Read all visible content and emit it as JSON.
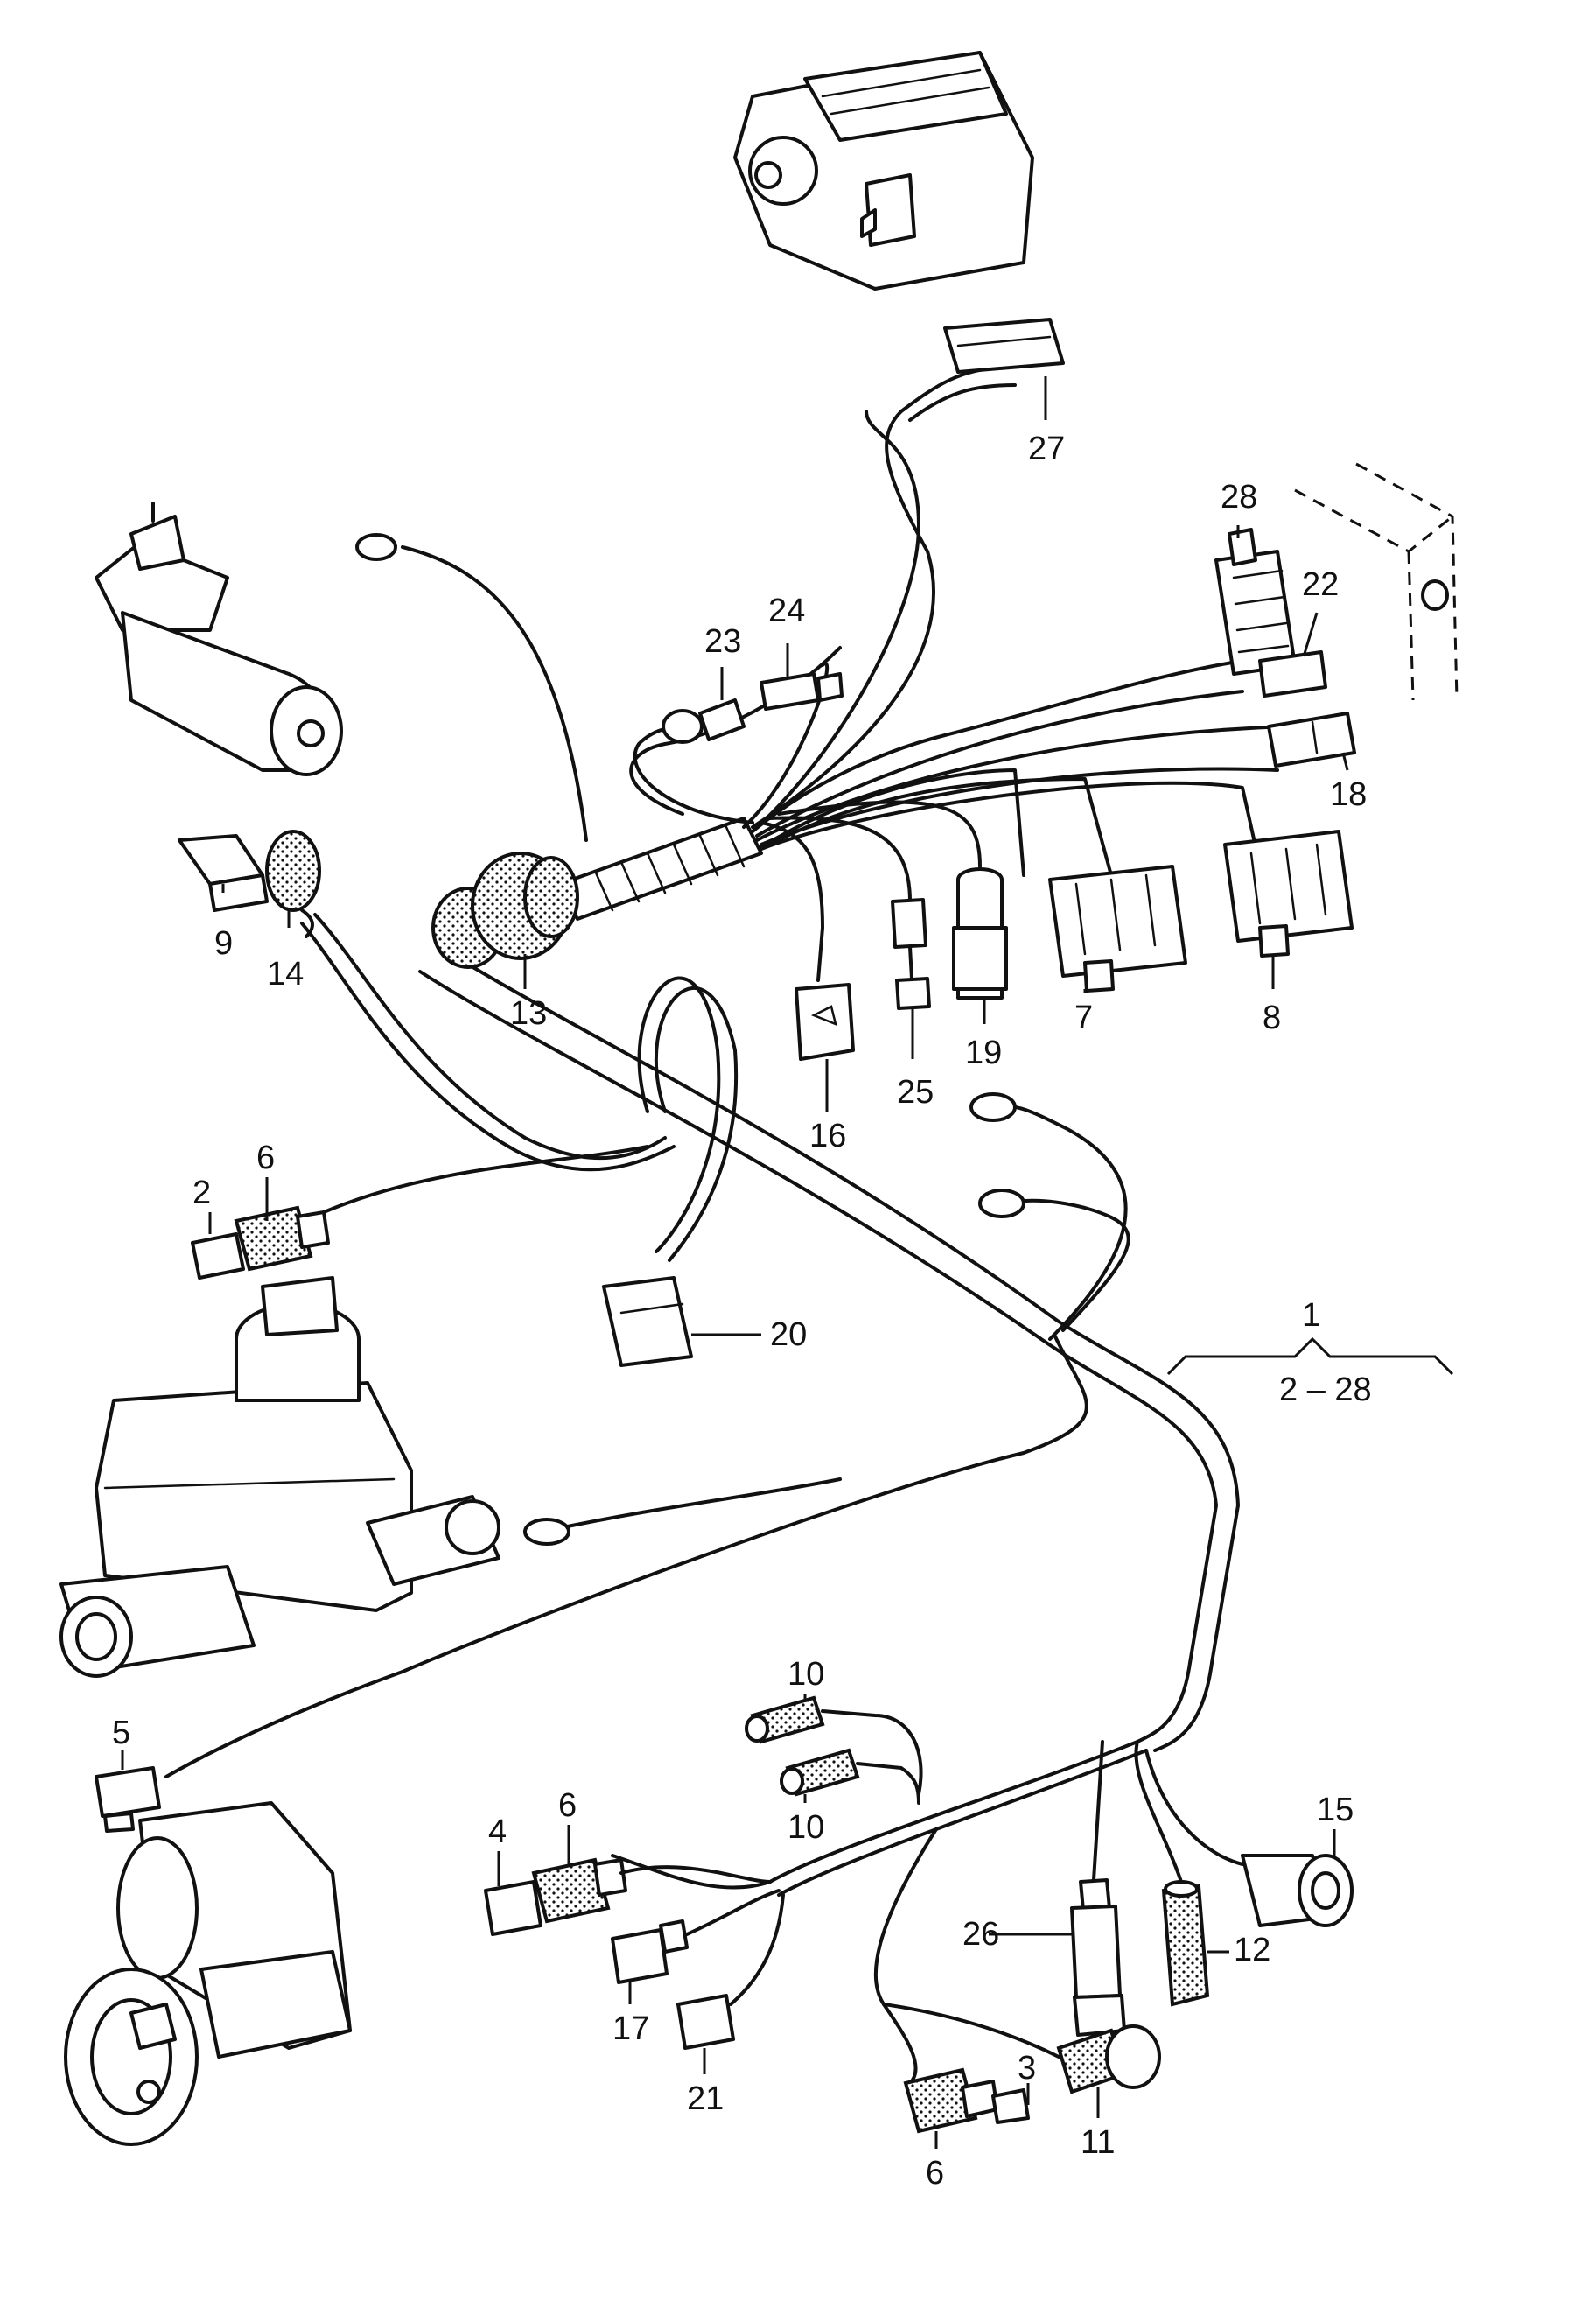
{
  "callouts": {
    "c1": "1",
    "c2": "2",
    "c3": "3",
    "c4": "4",
    "c5": "5",
    "c6a": "6",
    "c6b": "6",
    "c6c": "6",
    "c7": "7",
    "c8": "8",
    "c9": "9",
    "c10a": "10",
    "c10b": "10",
    "c11": "11",
    "c12": "12",
    "c13": "13",
    "c14": "14",
    "c15": "15",
    "c16": "16",
    "c17": "17",
    "c18": "18",
    "c19": "19",
    "c20": "20",
    "c21": "21",
    "c22": "22",
    "c23": "23",
    "c24": "24",
    "c25": "25",
    "c26": "26",
    "c27": "27",
    "c28": "28"
  },
  "range_label": "2 – 28"
}
